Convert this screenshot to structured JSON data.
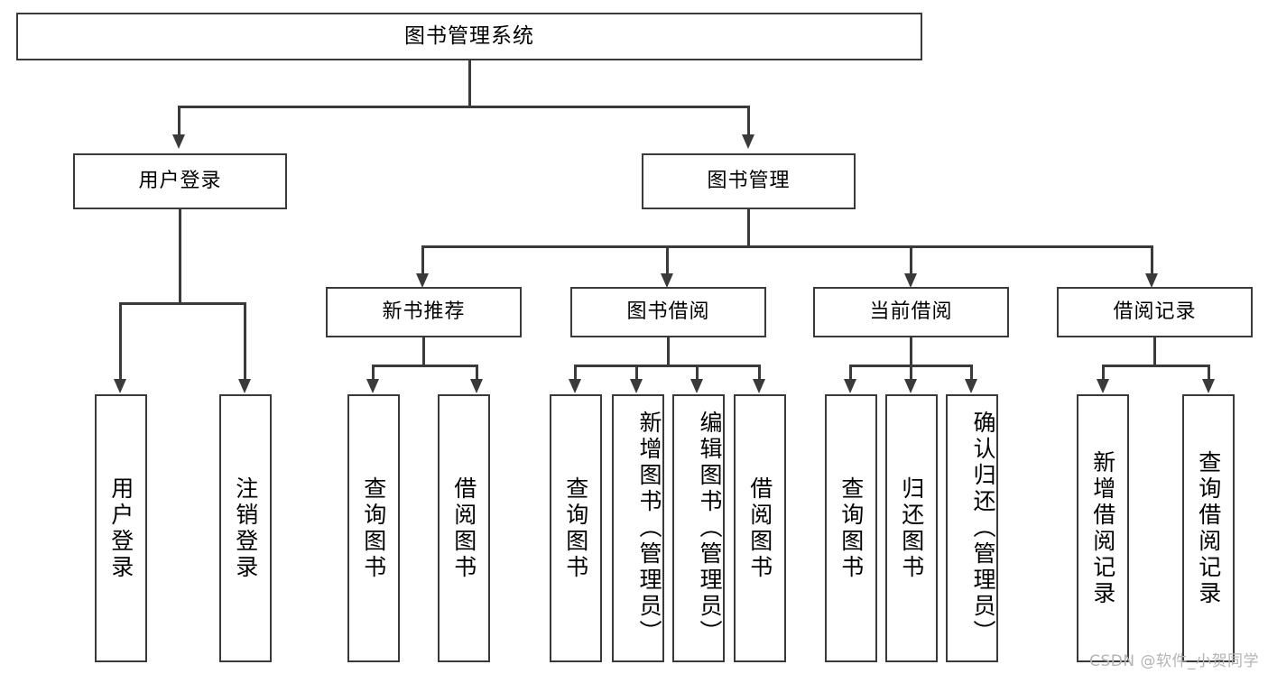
{
  "diagram": {
    "type": "tree",
    "title": "图书管理系统",
    "watermark": "CSDN @软件_小贺同学",
    "colors": {
      "stroke": "#3a3a3a",
      "fill": "#ffffff",
      "text": "#000000",
      "watermark": "#b4b4b4"
    },
    "nodes": {
      "root": {
        "label": "图书管理系统",
        "level": 1
      },
      "user_login": {
        "label": "用户登录",
        "level": 2
      },
      "book_manage": {
        "label": "图书管理",
        "level": 2
      },
      "new_book_rec": {
        "label": "新书推荐",
        "level": 3
      },
      "book_borrow": {
        "label": "图书借阅",
        "level": 3
      },
      "current_borrow": {
        "label": "当前借阅",
        "level": 3
      },
      "borrow_record": {
        "label": "借阅记录",
        "level": 3
      },
      "leaf_user_login": {
        "label": "用户登录",
        "level": 4
      },
      "leaf_logout": {
        "label": "注销登录",
        "level": 4
      },
      "leaf_query_book_1": {
        "label": "查询图书",
        "level": 4
      },
      "leaf_borrow_book_1": {
        "label": "借阅图书",
        "level": 4
      },
      "leaf_query_book_2": {
        "label": "查询图书",
        "level": 4
      },
      "leaf_add_book": {
        "label": "新增图书（管理员）",
        "level": 4
      },
      "leaf_edit_book": {
        "label": "编辑图书（管理员）",
        "level": 4
      },
      "leaf_borrow_book_2": {
        "label": "借阅图书",
        "level": 4
      },
      "leaf_query_book_3": {
        "label": "查询图书",
        "level": 4
      },
      "leaf_return_book": {
        "label": "归还图书",
        "level": 4
      },
      "leaf_confirm_return": {
        "label": "确认归还（管理员）",
        "level": 4
      },
      "leaf_add_record": {
        "label": "新增借阅记录",
        "level": 4
      },
      "leaf_query_record": {
        "label": "查询借阅记录",
        "level": 4
      }
    }
  }
}
